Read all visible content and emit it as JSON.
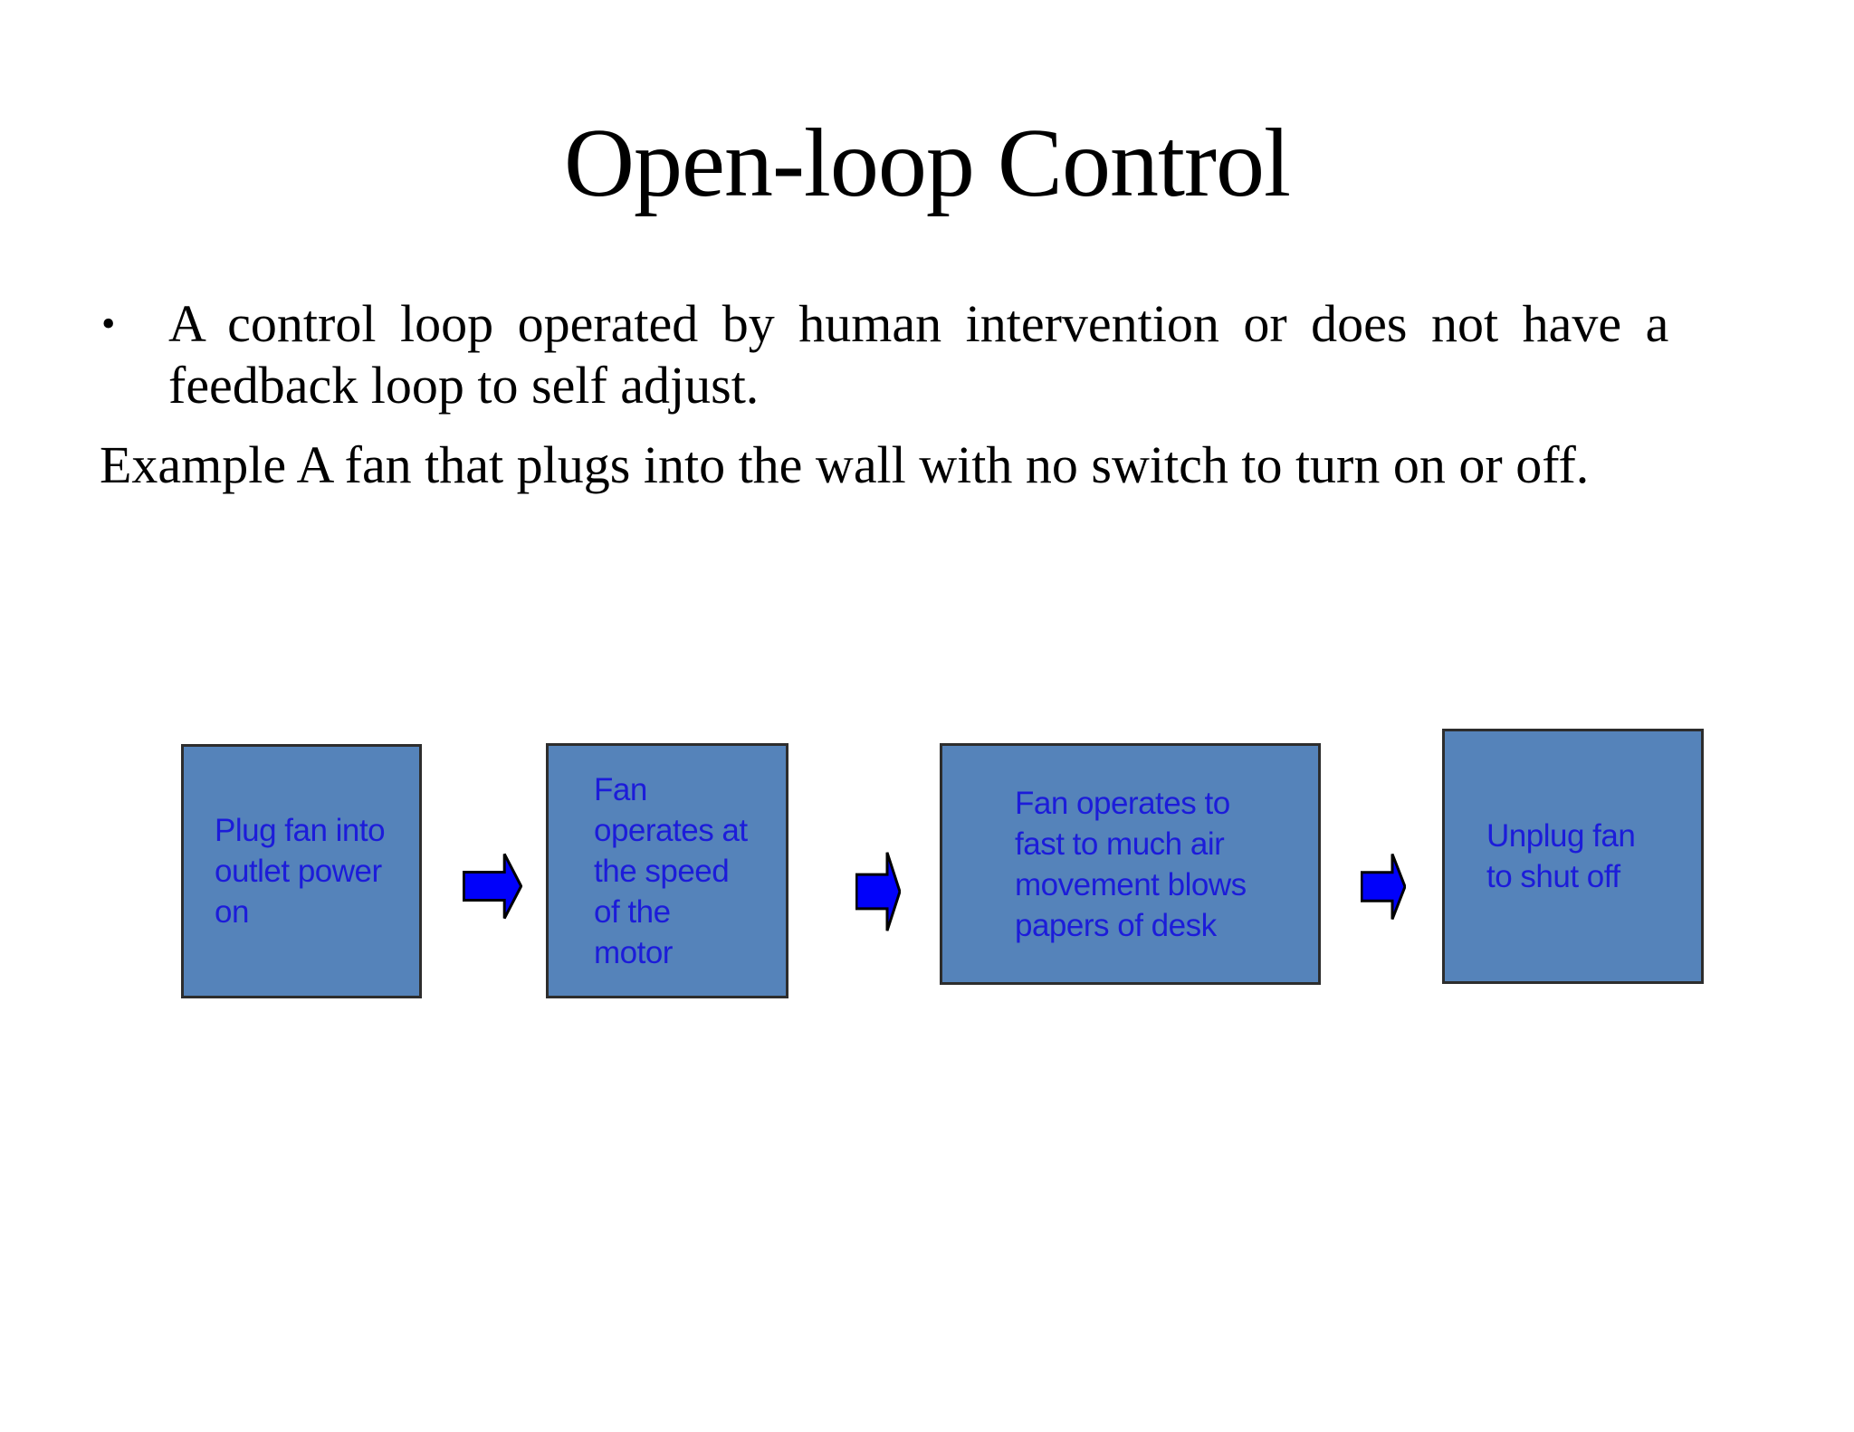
{
  "slide": {
    "title": "Open-loop Control",
    "bullet": {
      "marker": "•",
      "line1": "A control loop operated by human intervention or does not have a",
      "line2": "feedback loop to self adjust."
    },
    "example": "Example A fan that plugs into the wall with no switch to turn on or off."
  },
  "flow": {
    "steps": [
      {
        "label": "Plug fan into\noutlet power\non"
      },
      {
        "label": "Fan\noperates at\nthe speed\nof the\nmotor"
      },
      {
        "label": "Fan operates to\nfast to much air\nmovement blows\npapers of desk"
      },
      {
        "label": "Unplug fan\nto shut off"
      }
    ],
    "arrow_icon": "right-block-arrow"
  },
  "colors": {
    "background": "#ffffff",
    "text": "#000000",
    "box_fill": "#5583ba",
    "box_border": "#2d2d2d",
    "box_text": "#1c1cd9",
    "arrow_fill": "#0101fa",
    "arrow_outline": "#000000"
  }
}
